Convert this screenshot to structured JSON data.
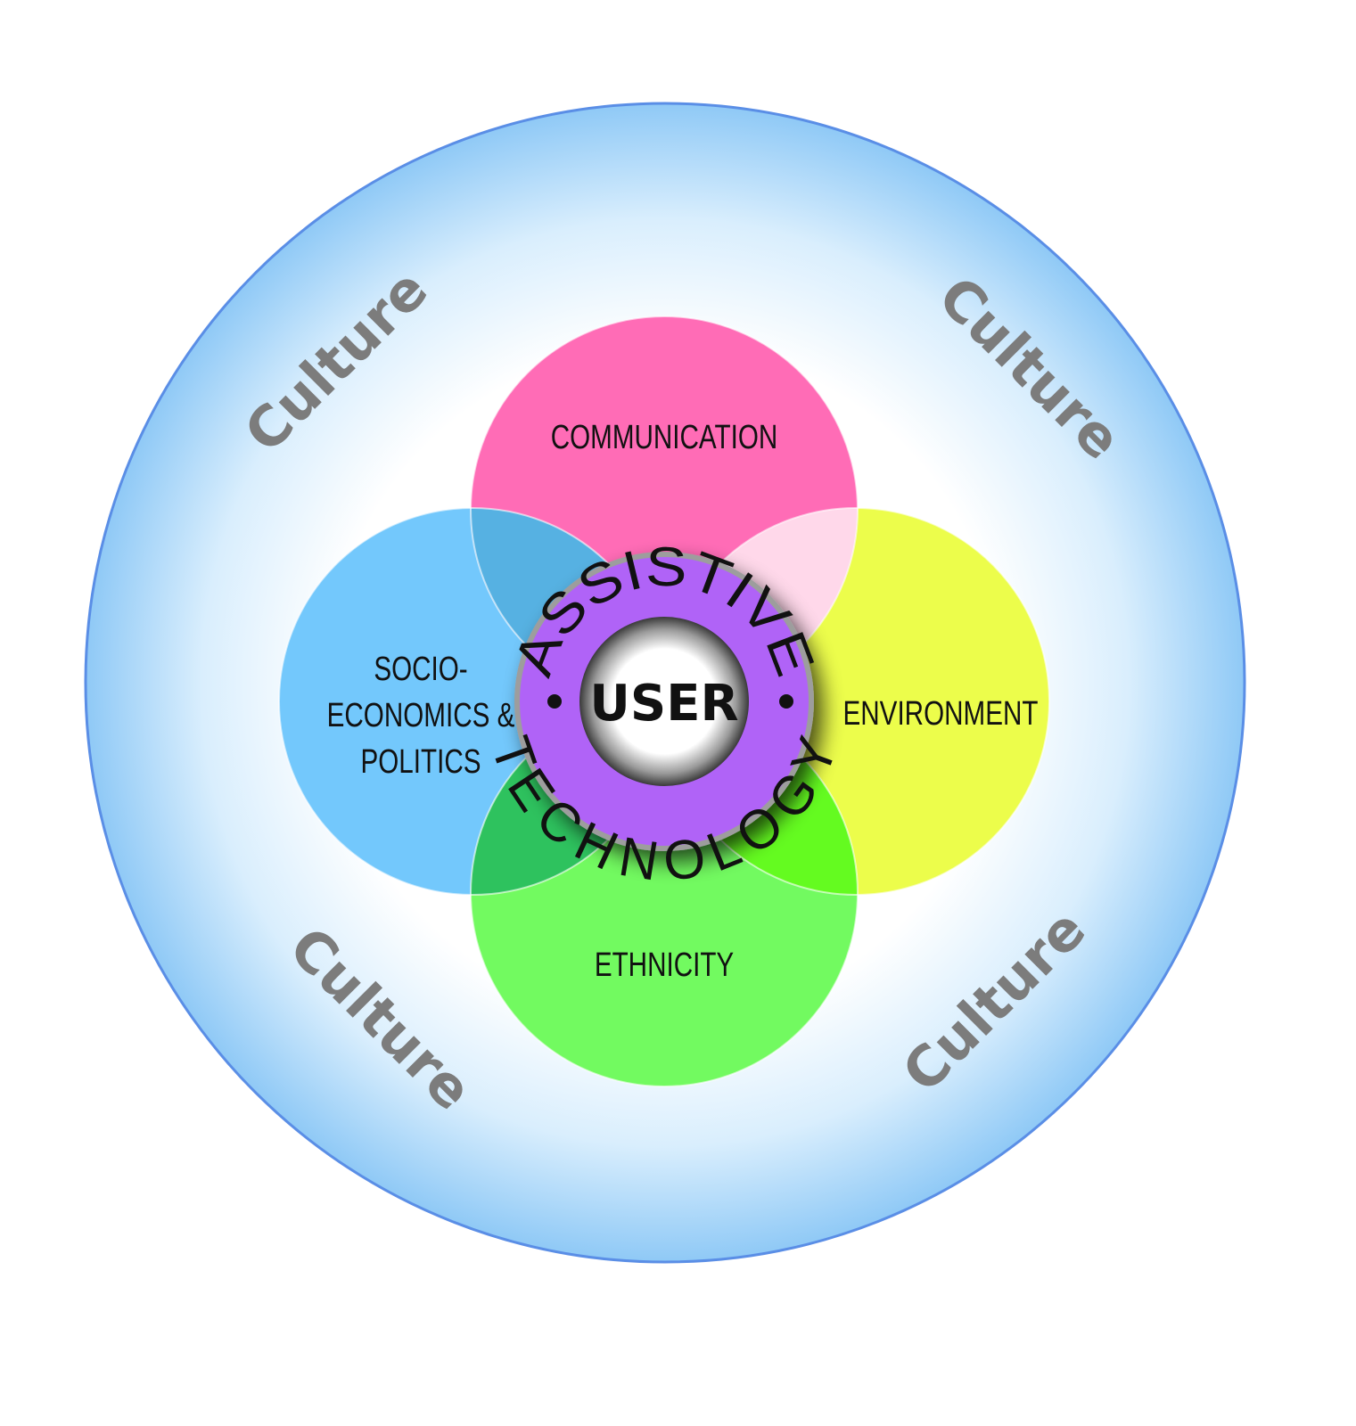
{
  "outer_ring": {
    "label": "Culture",
    "color": "#8fc9f6",
    "edge_color": "#5a8ee6"
  },
  "circles": {
    "communication": {
      "label": "COMMUNICATION",
      "color": "#ff6cb6"
    },
    "environment": {
      "label": "ENVIRONMENT",
      "color": "#ecfd4b"
    },
    "ethnicity": {
      "label": "ETHNICITY",
      "color": "#72fa60"
    },
    "socio": {
      "label_line1": "SOCIO-",
      "label_line2": "ECONOMICS &",
      "label_line3": "POLITICS",
      "color": "#73c8fc"
    }
  },
  "overlaps": {
    "socio_communication": "#56b1e2",
    "communication_environment": "#ffd8ea",
    "socio_ethnicity": "#2ec25e",
    "environment_ethnicity": "#64fb20"
  },
  "center": {
    "ring_top": "ASSISTIVE",
    "ring_bottom": "TECHNOLOGY",
    "core": "USER",
    "ring_color": "#b063f7"
  }
}
